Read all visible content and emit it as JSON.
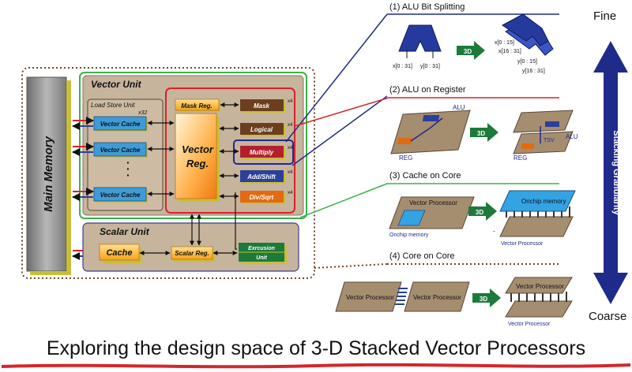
{
  "title": "Exploring the design space of 3-D Stacked Vector Processors",
  "colors": {
    "accent_red": "#d6262a",
    "stack_blue": "#1f2b8a",
    "unit_fill": "#c7b49c",
    "green_border": "#3ab34a",
    "red_border": "#d9232a",
    "cache_blue": "#3f9bd8",
    "die_fill": "#a58d70",
    "onchip_blue": "#33a3e4"
  },
  "left": {
    "main_memory": "Main Memory",
    "vector_unit": "Vector Unit",
    "load_store_unit": "Load Store Unit",
    "lsu_count": "x32",
    "vector_cache": "Vector Cache",
    "ellipsis": "·",
    "mask_reg": "Mask Reg.",
    "vector_reg_1": "Vector",
    "vector_reg_2": "Reg.",
    "ops": [
      {
        "label": "Mask",
        "count": "x4"
      },
      {
        "label": "Logical",
        "count": "x4"
      },
      {
        "label": "Multiply",
        "count": "x4"
      },
      {
        "label": "Add/Shift",
        "count": "x4"
      },
      {
        "label": "Div/Sqrt",
        "count": "x4"
      }
    ],
    "scalar_unit": "Scalar Unit",
    "cache": "Cache",
    "scalar_reg": "Scalar Reg.",
    "exec_1": "Exrcusion",
    "exec_2": "Unit"
  },
  "right": {
    "fine": "Fine",
    "coarse": "Coarse",
    "stacking_granularity": "Stacking Granularity",
    "three_d": "3D",
    "s1": {
      "title": "(1) ALU Bit Splitting",
      "x_in": "x[0 : 31]",
      "y_in": "y[0 : 31]",
      "x_lo": "x[0 : 15]",
      "x_hi": "x[16 : 31]",
      "y_lo": "y[0 : 15]",
      "y_hi": "y[16 : 31]"
    },
    "s2": {
      "title": "(2) ALU on Register",
      "alu": "ALU",
      "reg": "REG",
      "alu2": "ALU",
      "tsv": "TSV",
      "reg2": "REG"
    },
    "s3": {
      "title": "(3) Cache on Core",
      "vp": "Vector Processor",
      "onchip": "Onchip memory",
      "onchip_top": "Onchip memory",
      "vp2": "Vector Processor",
      "dash": "-"
    },
    "s4": {
      "title": "(4) Core on Core",
      "vp_a": "Vector Processor",
      "vp_b": "Vector Processor",
      "vp_top": "Vector Processor",
      "vp_bottom": "Vector Processor"
    }
  }
}
